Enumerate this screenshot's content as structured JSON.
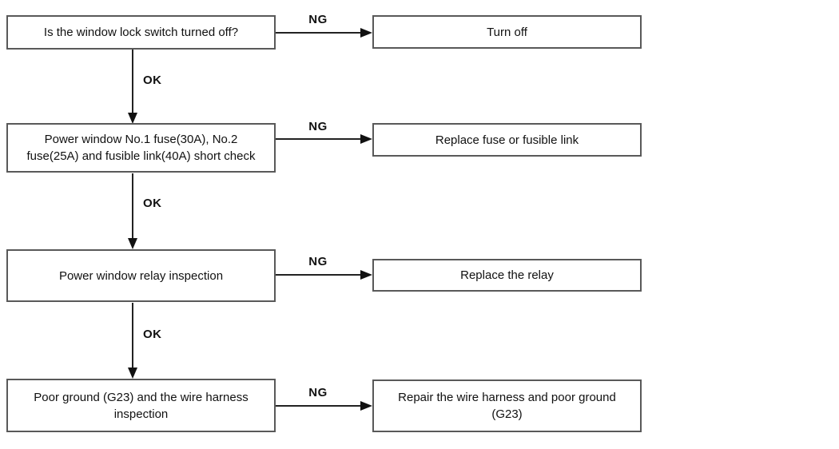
{
  "flow": {
    "steps": [
      {
        "check": "Is the window lock switch turned off?",
        "ng": "NG",
        "action": "Turn off",
        "ok": "OK"
      },
      {
        "check": "Power window No.1 fuse(30A), No.2 fuse(25A) and fusible link(40A) short check",
        "ng": "NG",
        "action": "Replace fuse or fusible link",
        "ok": "OK"
      },
      {
        "check": "Power window relay inspection",
        "ng": "NG",
        "action": "Replace the relay",
        "ok": "OK"
      },
      {
        "check": "Poor ground (G23) and the wire harness inspection",
        "ng": "NG",
        "action": "Repair the wire harness and poor ground (G23)"
      }
    ]
  },
  "colors": {
    "background": "#ffffff",
    "box_border": "#595959",
    "arrow": "#111111",
    "text": "#111111"
  }
}
